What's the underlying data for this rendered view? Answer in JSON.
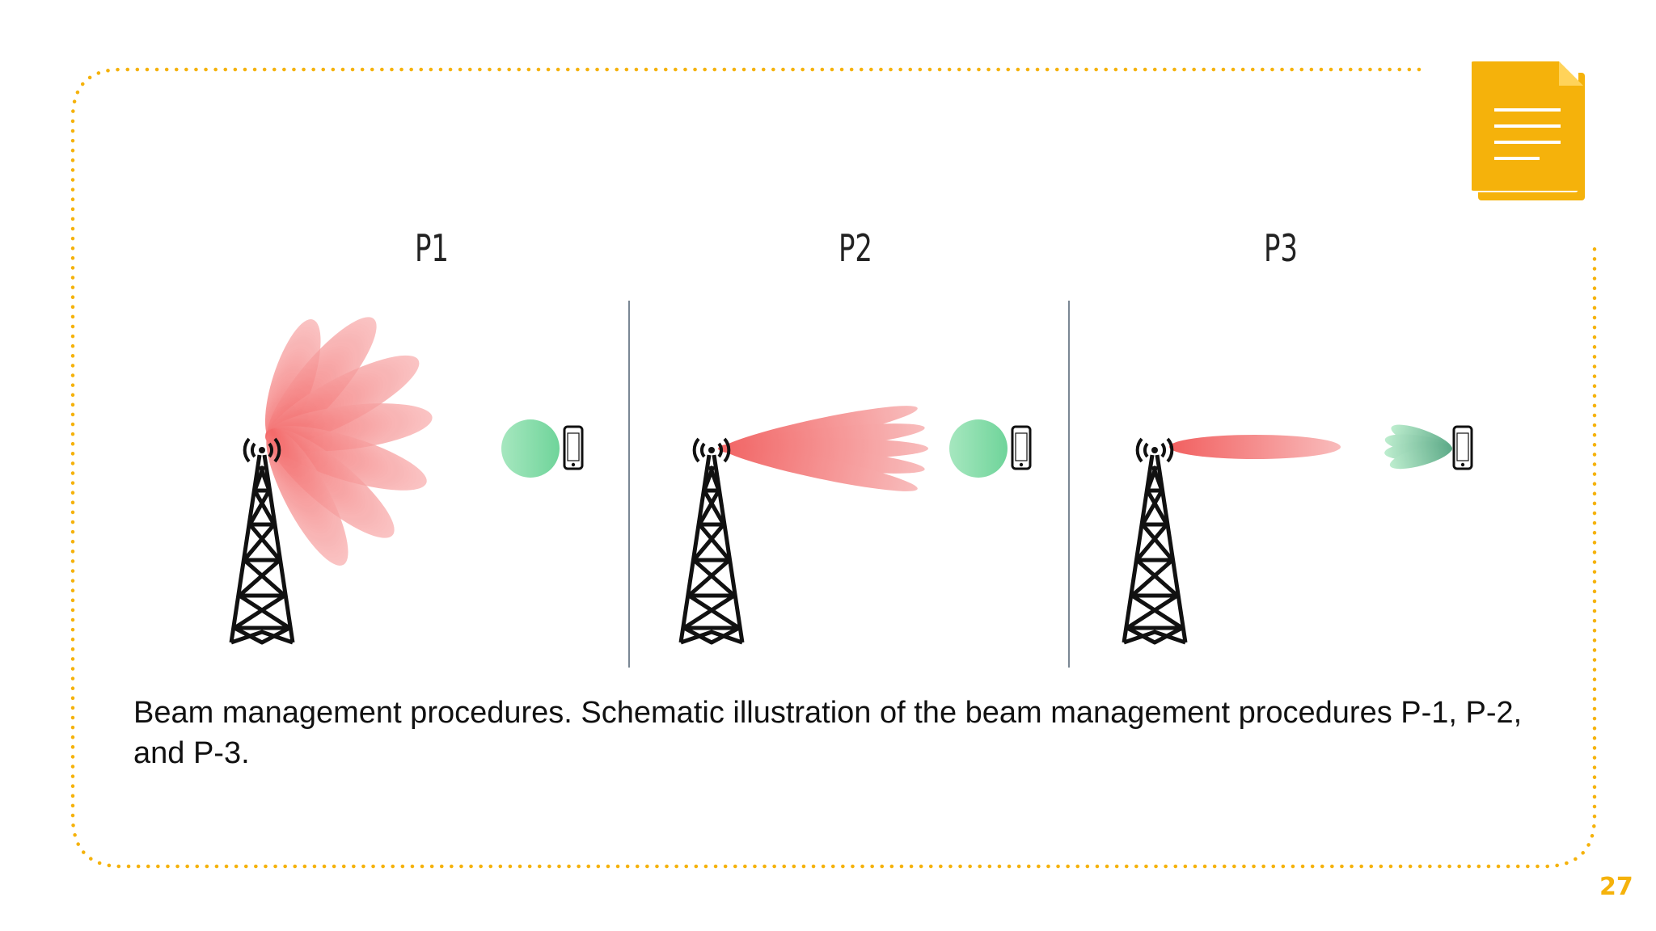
{
  "panels": [
    {
      "title": "P1"
    },
    {
      "title": "P2"
    },
    {
      "title": "P3"
    }
  ],
  "caption": "Beam management procedures. Schematic illustration of the beam management procedures P-1, P-2, and P-3.",
  "page_number": "27",
  "icons": [
    "document-icon",
    "tower-icon",
    "phone-icon"
  ],
  "colors": {
    "accent": "#f5b20b",
    "beam_red": "#f26a6a",
    "beam_green": "#6fd49a",
    "divider": "#7a8794"
  }
}
